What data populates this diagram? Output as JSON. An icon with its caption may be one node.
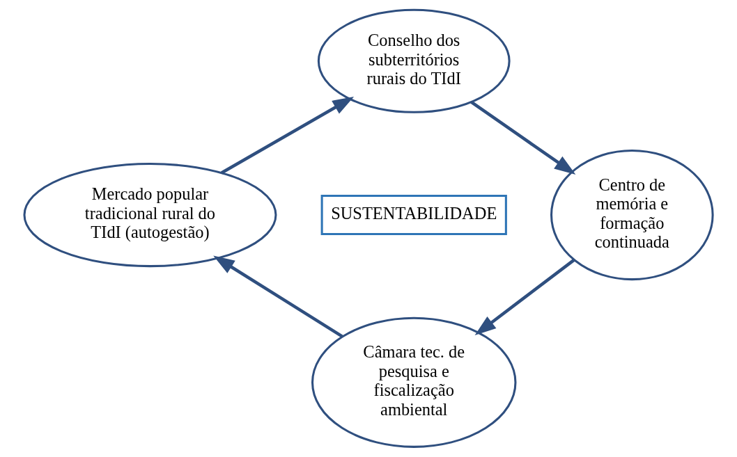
{
  "diagram": {
    "nodes": [
      {
        "text": [
          "Conselho dos subterritórios rurais do TIdI"
        ]
      },
      {
        "text": [
          "Centro de memória e formação continuada"
        ]
      },
      {
        "text": [
          "Câmara tec. de pesquisa e fiscalização ambiental"
        ]
      },
      {
        "text": [
          "Mercado popular tradicional rural do TIdI (autogestão)"
        ]
      },
      {
        "text": [
          "SUSTENTABILIDADE"
        ]
      }
    ],
    "edges": [
      {
        "from": 3,
        "to": 0,
        "arrow": "to"
      },
      {
        "from": 0,
        "to": 1,
        "arrow": "to"
      },
      {
        "from": 1,
        "to": 2,
        "arrow": "to"
      },
      {
        "from": 2,
        "to": 3,
        "arrow": "to"
      }
    ]
  }
}
